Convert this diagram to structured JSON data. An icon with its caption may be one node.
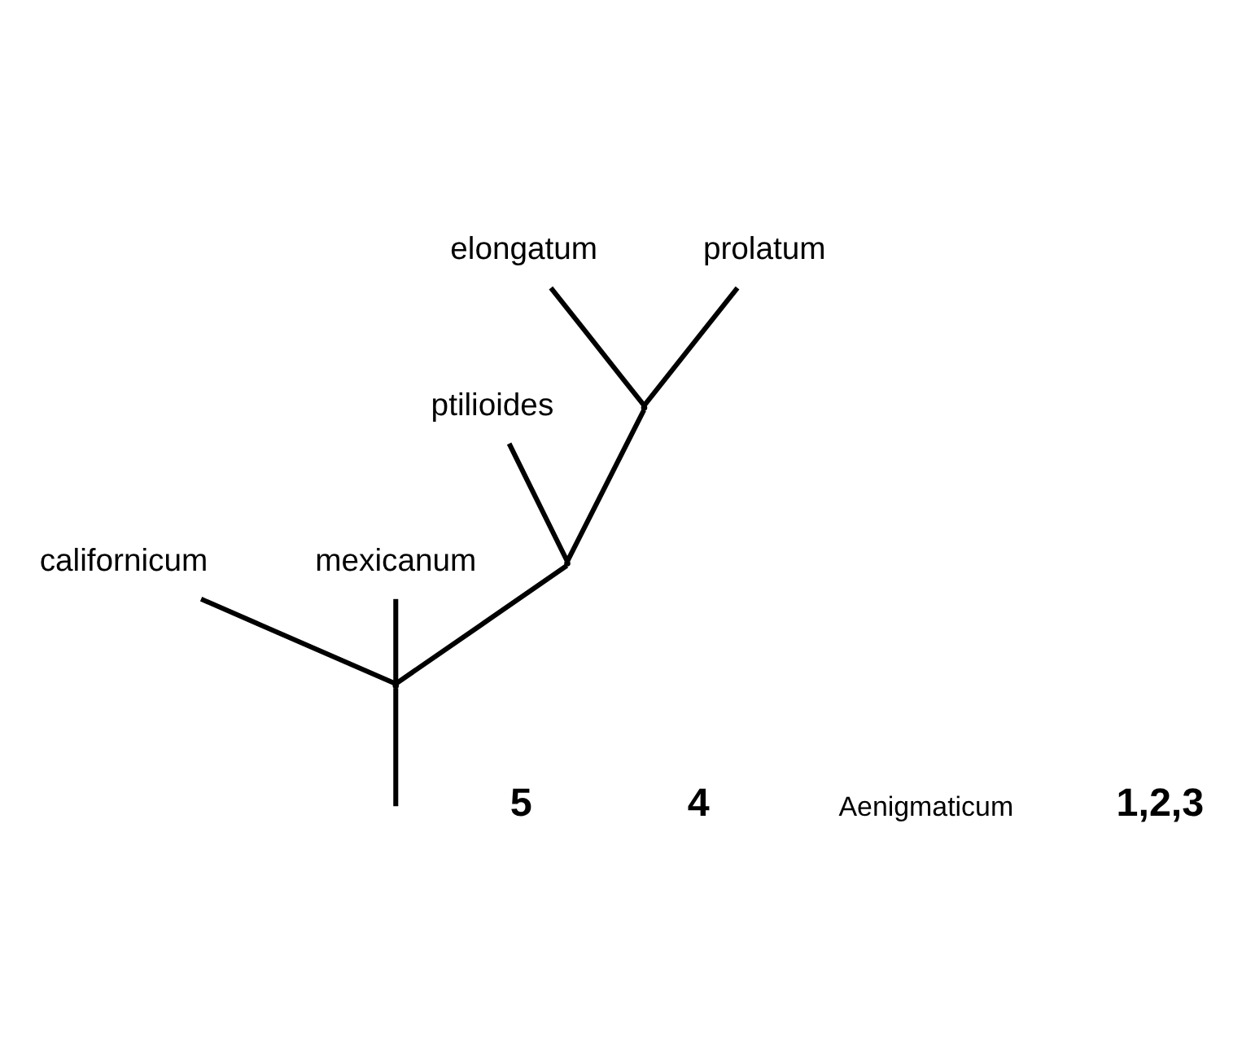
{
  "diagram": {
    "nodes": [
      {
        "text": [
          "californicum"
        ]
      },
      {
        "text": [
          "mexicanum"
        ]
      },
      {
        "text": [
          "ptilioides"
        ]
      },
      {
        "text": [
          "elongatum"
        ]
      },
      {
        "text": [
          "prolatum"
        ]
      },
      {
        "text": [],
        "shape": "point"
      },
      {
        "text": [],
        "shape": "point"
      },
      {
        "text": [],
        "shape": "point"
      }
    ],
    "edges": [
      {
        "from": null,
        "to": 5,
        "arrow": "none"
      },
      {
        "from": 5,
        "to": 0,
        "arrow": "none"
      },
      {
        "from": 5,
        "to": 1,
        "arrow": "none"
      },
      {
        "from": 5,
        "to": 6,
        "arrow": "none"
      },
      {
        "from": 6,
        "to": 2,
        "arrow": "none"
      },
      {
        "from": 6,
        "to": 7,
        "arrow": "none"
      },
      {
        "from": 7,
        "to": 3,
        "arrow": "none"
      },
      {
        "from": 7,
        "to": 4,
        "arrow": "none"
      }
    ],
    "labels": [
      "5",
      "4",
      "Aenigmaticum",
      "1,2,3"
    ]
  }
}
